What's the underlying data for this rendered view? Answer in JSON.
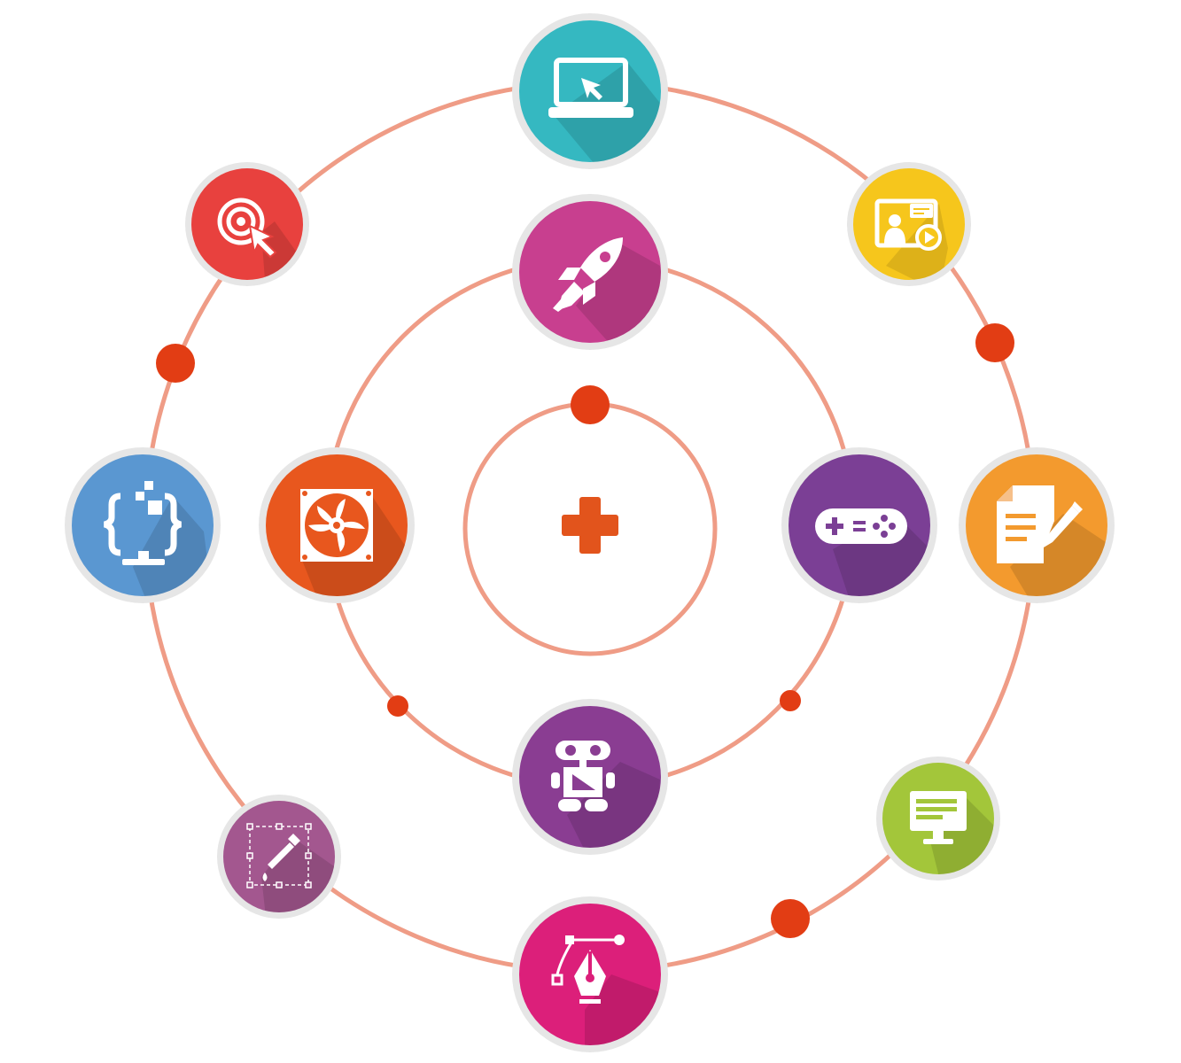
{
  "diagram": {
    "colors": {
      "orbit": "#ef9c86",
      "dot": "#e23d14",
      "halo": "#e6e6e6",
      "center_plus": "#e2541c"
    },
    "center_icon": "plus-icon",
    "nodes": [
      {
        "id": "laptop",
        "icon": "laptop-cursor-icon",
        "color": "#35b8c1"
      },
      {
        "id": "target",
        "icon": "target-cursor-icon",
        "color": "#e8413e"
      },
      {
        "id": "presenter",
        "icon": "video-presentation-icon",
        "color": "#f6c61c"
      },
      {
        "id": "rocket",
        "icon": "rocket-icon",
        "color": "#c83f8f"
      },
      {
        "id": "code",
        "icon": "code-monitor-icon",
        "color": "#5a97d1"
      },
      {
        "id": "fan",
        "icon": "cooling-fan-icon",
        "color": "#e8571e"
      },
      {
        "id": "gamepad",
        "icon": "gamepad-icon",
        "color": "#7b3f95"
      },
      {
        "id": "document",
        "icon": "document-pen-icon",
        "color": "#f39a2e"
      },
      {
        "id": "robot",
        "icon": "robot-icon",
        "color": "#8a3d92"
      },
      {
        "id": "eyedropper",
        "icon": "eyedropper-select-icon",
        "color": "#a3578f"
      },
      {
        "id": "monitor",
        "icon": "monitor-text-icon",
        "color": "#a3c63a"
      },
      {
        "id": "pentool",
        "icon": "pen-tool-icon",
        "color": "#dc1f7a"
      }
    ]
  }
}
